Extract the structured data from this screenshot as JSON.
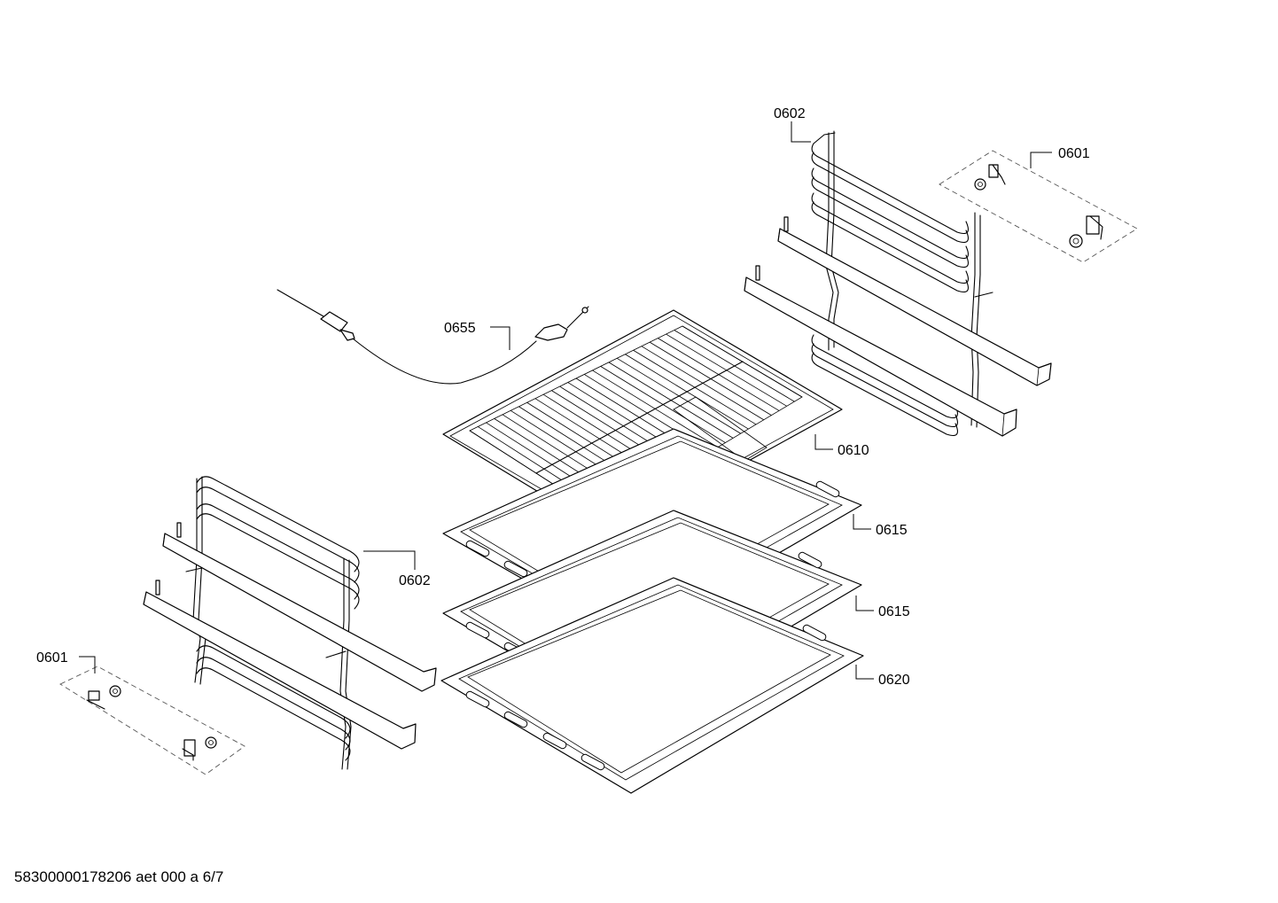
{
  "footer": {
    "document_id": "58300000178206 aet 000 a 6/7"
  },
  "callouts": {
    "rack_rail_top": "0602",
    "clip_set_top": "0601",
    "meat_probe": "0655",
    "wire_shelf": "0610",
    "baking_tray_1": "0615",
    "baking_tray_2": "0615",
    "deep_tray": "0620",
    "rack_rail_bottom": "0602",
    "clip_set_bottom": "0601"
  }
}
